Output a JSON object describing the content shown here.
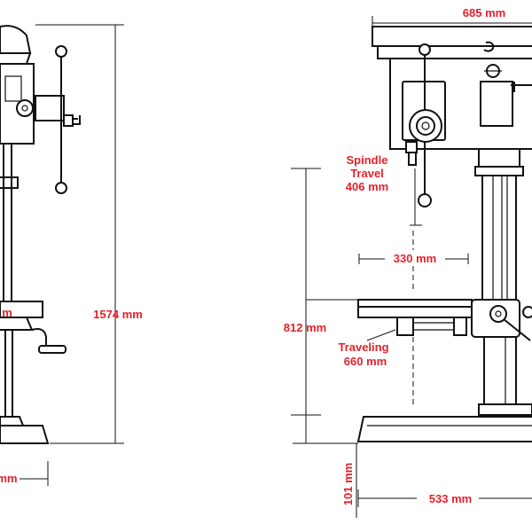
{
  "colors": {
    "label": "#e8202a",
    "line": "#111111",
    "background": "#ffffff"
  },
  "labels": {
    "top_width": "685 mm",
    "spindle_line1": "Spindle",
    "spindle_line2": "Travel",
    "spindle_value": "406 mm",
    "height": "1574 mm",
    "table_width": "330 mm",
    "table_height": "812 mm",
    "traveling_line1": "Traveling",
    "traveling_value": "660 mm",
    "base_height": "101 mm",
    "base_width": "533 mm",
    "left_table_partial": "m",
    "left_base_partial": "mm"
  }
}
